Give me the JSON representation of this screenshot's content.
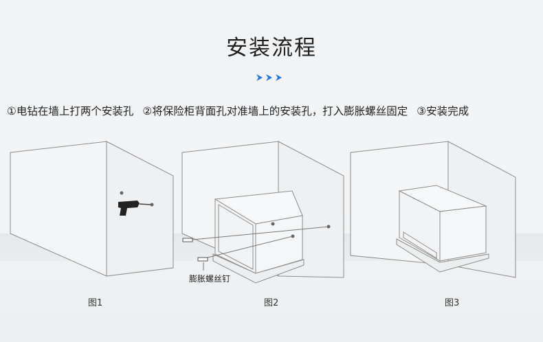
{
  "title": "安装流程",
  "steps": [
    {
      "label": "①电钻在墙上打两个安装孔"
    },
    {
      "label": "②将保险柜背面孔对准墙上的安装孔，打入膨胀螺丝固定"
    },
    {
      "label": "③安装完成"
    }
  ],
  "figures": [
    {
      "caption": "图1"
    },
    {
      "caption": "图2"
    },
    {
      "caption": "图3"
    }
  ],
  "screw_label": "膨胀螺丝钉",
  "colors": {
    "accent": "#1a73e8",
    "line": "#8c8c8c",
    "wall": "#f5f6f7"
  },
  "icons": {
    "arrows": "triple-chevron-right-icon",
    "drill": "electric-drill-icon"
  }
}
